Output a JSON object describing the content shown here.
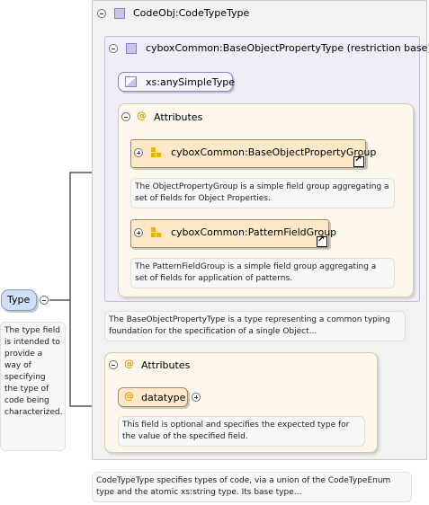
{
  "type_node": {
    "label": "Type",
    "doc": "The type field is intended to provide a way of specifying the type of code being characterized."
  },
  "codetype": {
    "title": "CodeObj:CodeTypeType",
    "doc": "CodeTypeType specifies types of code, via a union of the CodeTypeEnum type and the atomic xs:string type. Its base type..."
  },
  "base_type": {
    "title": "cyboxCommon:BaseObjectPropertyType (restriction base)",
    "simple_type": "xs:anySimpleType",
    "attributes_label": "Attributes",
    "groups": [
      {
        "name": "cyboxCommon:BaseObjectPropertyGroup",
        "doc": "The ObjectPropertyGroup is a simple field group aggregating a set of fields for Object Properties."
      },
      {
        "name": "cyboxCommon:PatternFieldGroup",
        "doc": "The PatternFieldGroup is a simple field group aggregating a set of fields for application of patterns."
      }
    ],
    "doc": "The BaseObjectPropertyType is a type representing a common typing foundation for the specification of a single Object..."
  },
  "attributes2": {
    "label": "Attributes",
    "attr_name": "datatype",
    "doc": "This field is optional and specifies the expected type for the value of the specified field."
  },
  "colors": {
    "outer_panel": "#f2f2f2",
    "inner_panel": "#efeef7",
    "attr_panel": "#fdf7ec",
    "group_box": "#fde9c8",
    "type_pill": "#cfe0f6",
    "connector": "#555555"
  },
  "icons": [
    "collapse-icon",
    "expand-icon",
    "complex-type-icon",
    "attribute-at-icon",
    "group-icon",
    "goto-definition-icon",
    "simple-type-icon"
  ]
}
